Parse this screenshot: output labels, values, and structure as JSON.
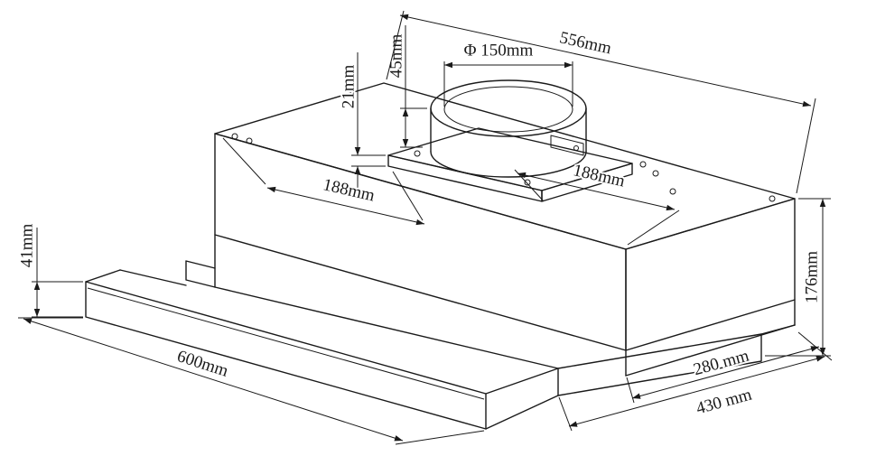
{
  "drawing": {
    "dimensions": {
      "duct_diameter": "Φ 150mm",
      "duct_height": "45mm",
      "plate_height": "21mm",
      "top_width": "556mm",
      "left_offset": "188mm",
      "right_offset": "188mm",
      "visor_height": "41mm",
      "body_height": "176mm",
      "total_width": "600mm",
      "bottom_depth": "280 mm",
      "total_depth": "430 mm"
    }
  },
  "colors": {
    "line": "#1a1a1a",
    "background": "#ffffff"
  }
}
